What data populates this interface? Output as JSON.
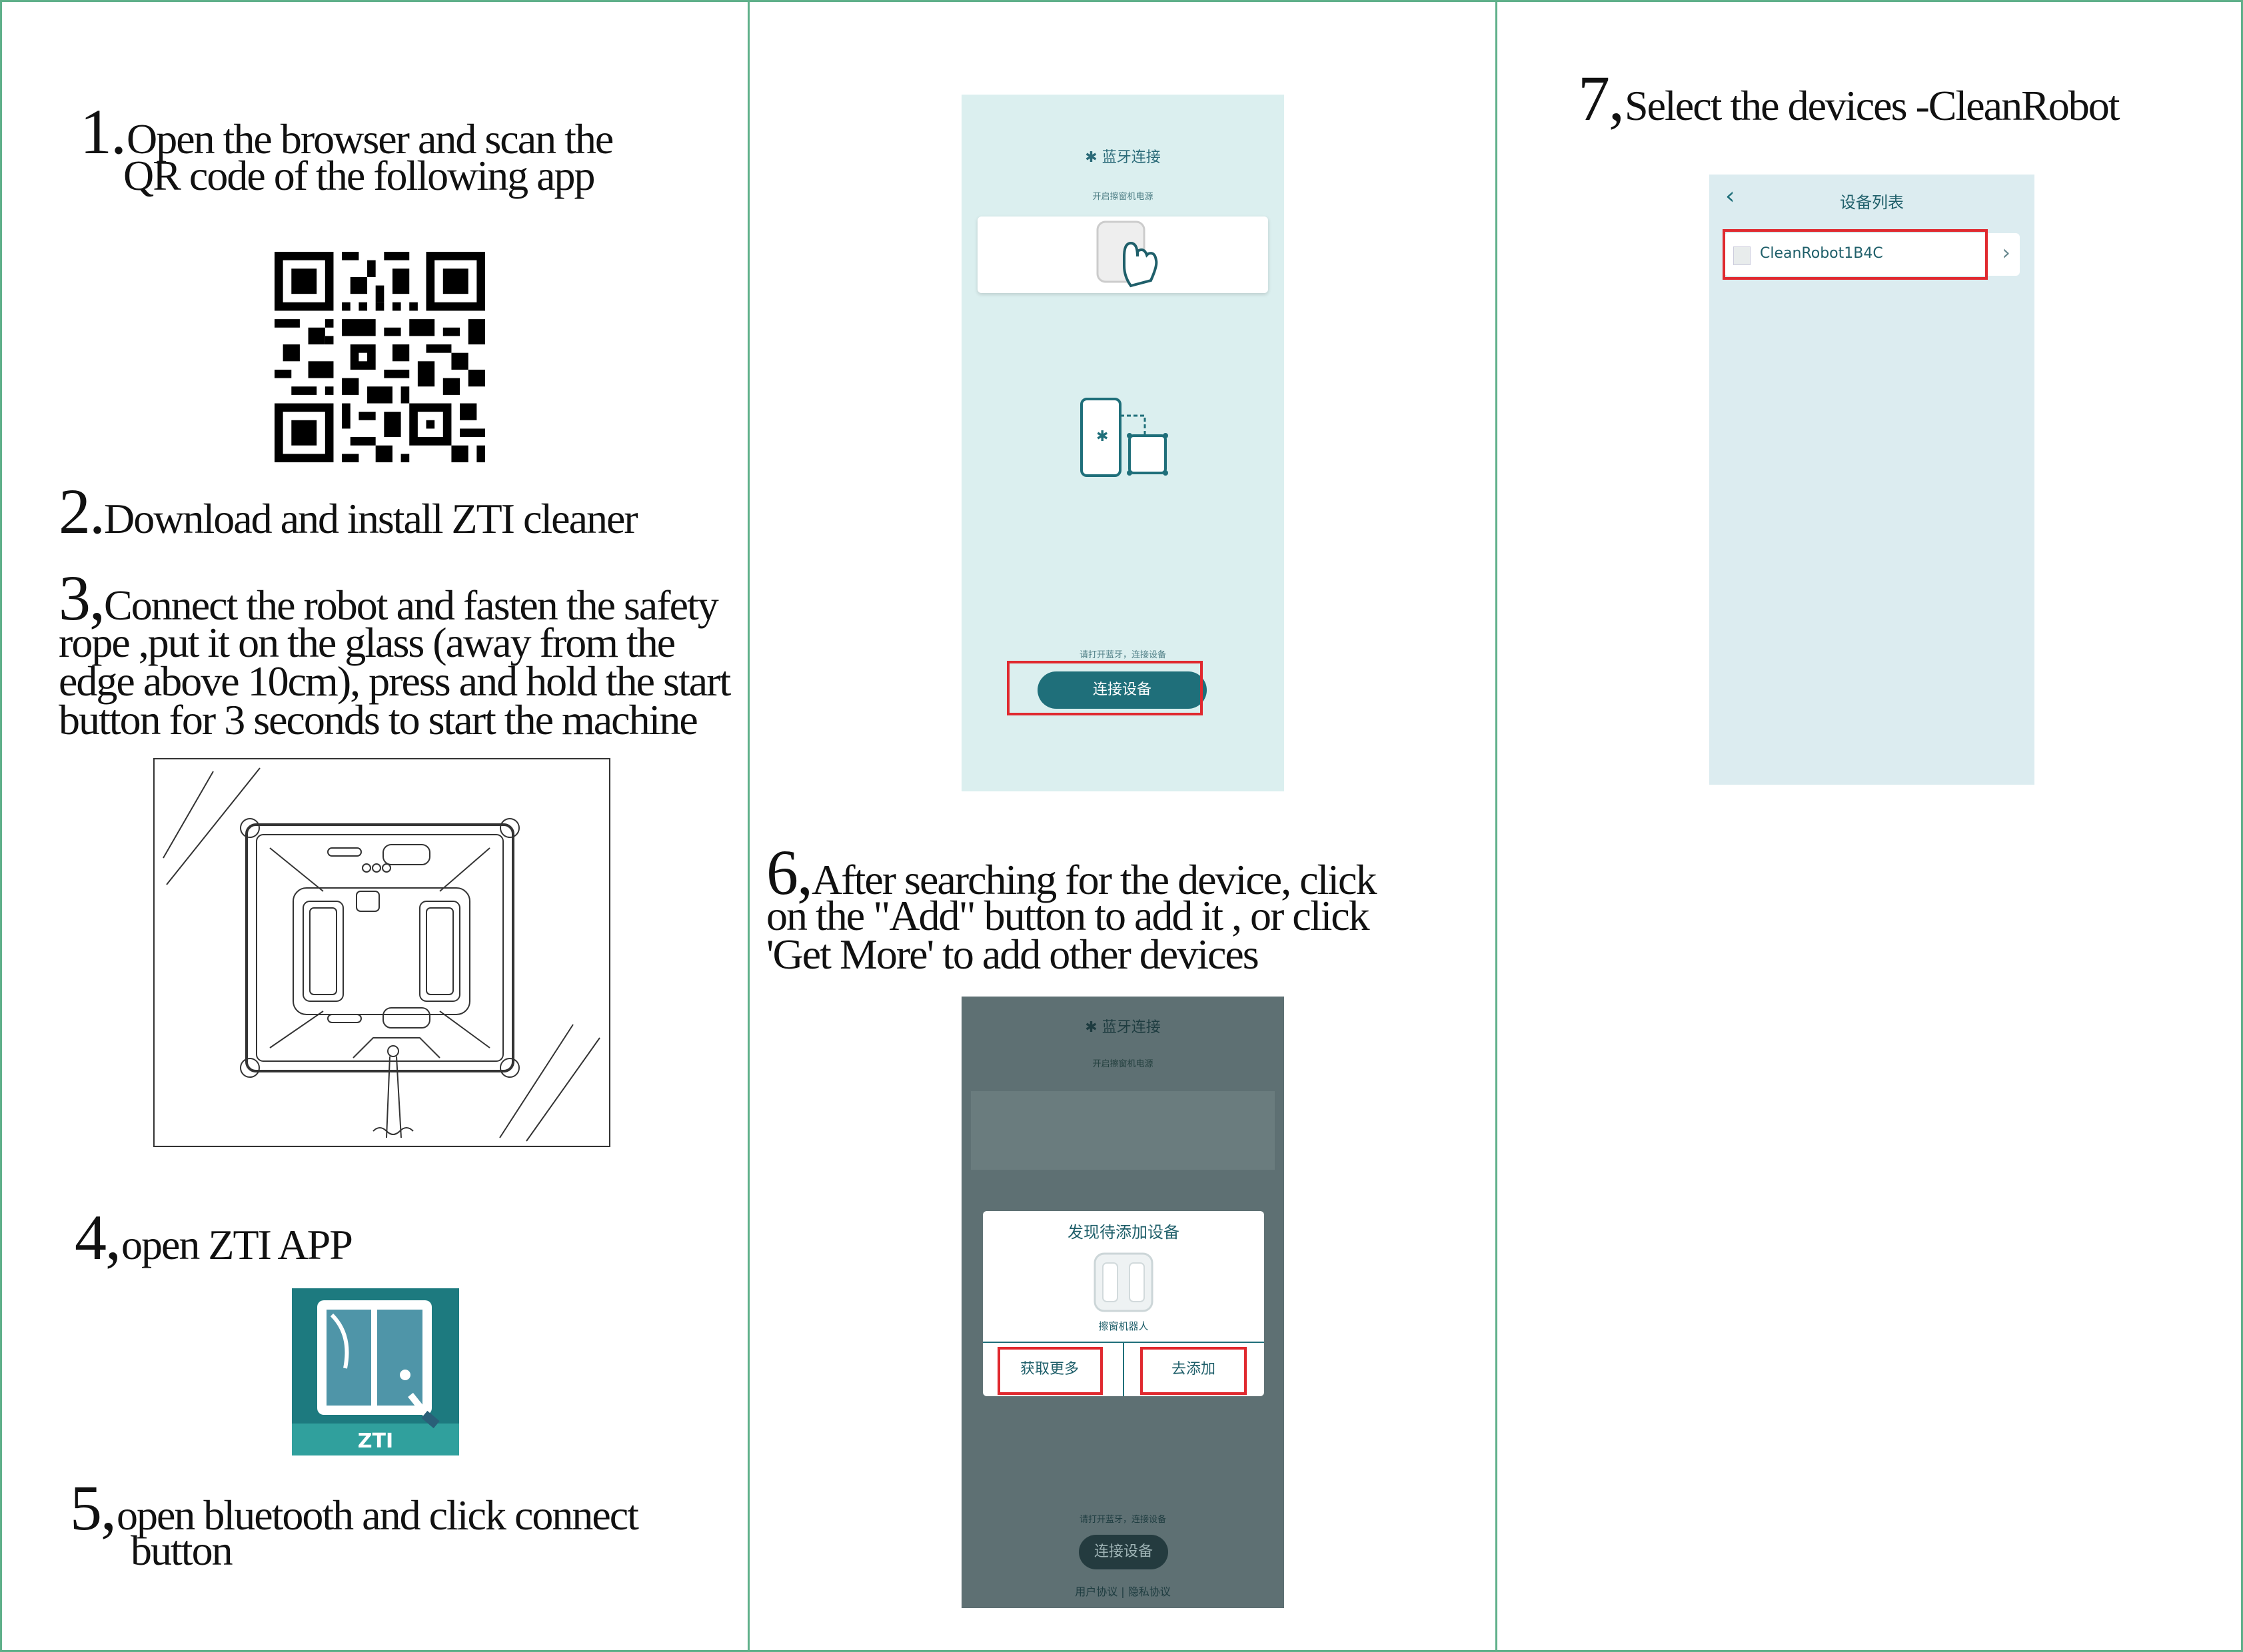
{
  "steps": {
    "s1_num": "1.",
    "s1_line1": "Open the browser and scan the",
    "s1_line2": "QR code of the following app",
    "s2_num": "2.",
    "s2_text": "Download and install ZTI cleaner",
    "s3_num": "3,",
    "s3_line1": "Connect the robot and fasten the safety",
    "s3_line2": "rope ,put it on the glass (away from the",
    "s3_line3": "edge above 10cm), press and hold the start",
    "s3_line4": "button for 3 seconds to start the machine",
    "s4_num": "4,",
    "s4_text": "open ZTI APP",
    "s5_num": "5,",
    "s5_line1": "open bluetooth and click connect",
    "s5_line2": "button",
    "s6_num": "6,",
    "s6_line1": "After searching for the device, click",
    "s6_line2": "on the \"Add\" button to add it , or click",
    "s6_line3": "'Get More' to add other devices",
    "s7_num": "7,",
    "s7_text": "Select the devices -CleanRobot"
  },
  "app_icon": {
    "label": "ZTI",
    "bg": "#1d7a7f"
  },
  "screen_bt": {
    "title": "蓝牙连接",
    "subtitle": "开启擦窗机电源",
    "hint": "请打开蓝牙，连接设备",
    "connect_button": "连接设备"
  },
  "screen_found": {
    "title": "蓝牙连接",
    "subtitle": "开启擦窗机电源",
    "dialog_title": "发现待添加设备",
    "device_name": "擦窗机器人",
    "get_more": "获取更多",
    "add": "去添加",
    "hint": "请打开蓝牙，连接设备",
    "connect_button": "连接设备",
    "footer": "用户协议 | 隐私协议"
  },
  "screen_list": {
    "title": "设备列表",
    "device": "CleanRobot1B4C"
  },
  "colors": {
    "accent": "#1f6f7a",
    "highlight": "#e0292f",
    "divider": "#5fb08a",
    "screen_bg": "#dbefef"
  }
}
